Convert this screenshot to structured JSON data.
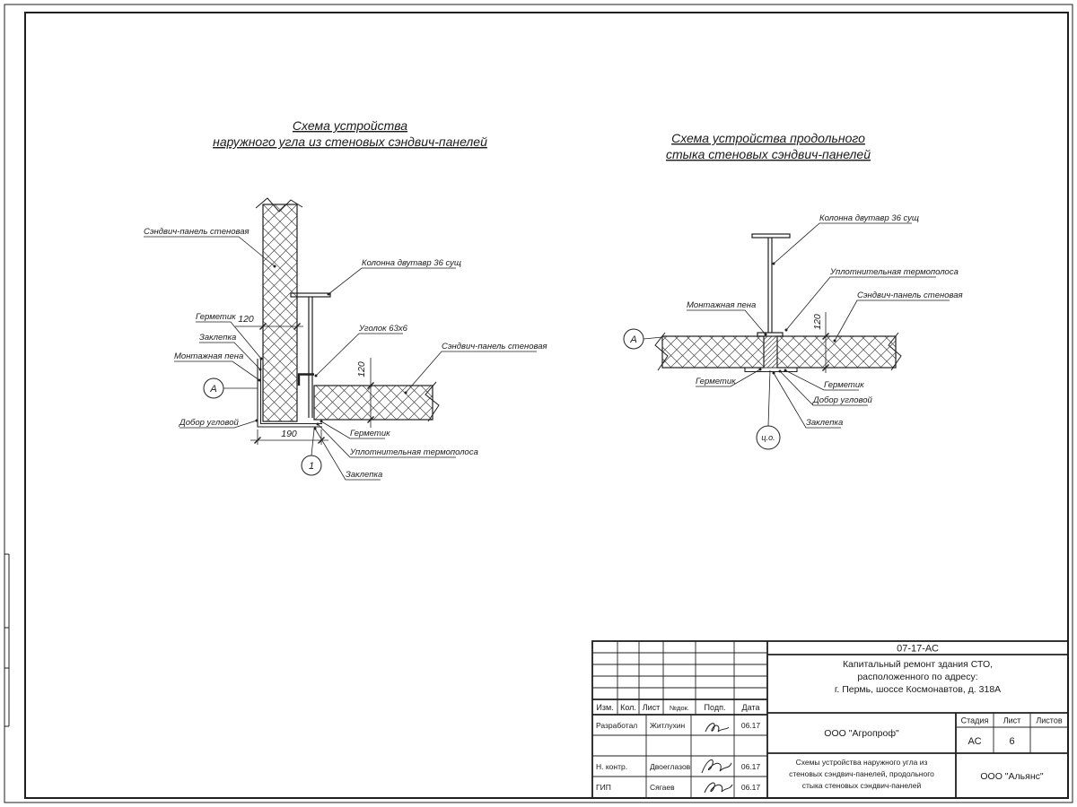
{
  "left_drawing": {
    "title_line1": "Схема устройства",
    "title_line2": "наружного угла из стеновых сэндвич-панелей",
    "labels": {
      "panel_wall_v": "Сэндвич-панель стеновая",
      "column": "Колонна двутавр 36 сущ",
      "sealant_1": "Герметик",
      "rivet_1": "Заклепка",
      "mounting_foam": "Монтажная пена",
      "angle": "Уголок 63х6",
      "panel_wall_h": "Сэндвич-панель стеновая",
      "corner_trim": "Добор угловой",
      "sealant_2": "Герметик",
      "thermal_strip": "Уплотнительная термополоса",
      "rivet_2": "Заклепка"
    },
    "dims": {
      "panel_width": "120",
      "panel_thickness": "120",
      "corner_width": "190"
    },
    "marks": {
      "node": "А",
      "detail": "1"
    }
  },
  "right_drawing": {
    "title_line1": "Схема устройства продольного",
    "title_line2": "стыка стеновых сэндвич-панелей",
    "labels": {
      "column": "Колонна двутавр 36 сущ",
      "thermal_strip": "Уплотнительная термополоса",
      "panel_wall": "Сэндвич-панель стеновая",
      "mounting_foam": "Монтажная пена",
      "sealant_left": "Герметик",
      "sealant_right": "Герметик",
      "corner_trim": "Добор угловой",
      "rivet": "Заклепка"
    },
    "dims": {
      "panel_thickness": "120"
    },
    "marks": {
      "node": "А",
      "center_axis": "ц.о."
    }
  },
  "title_block": {
    "doc_code": "07-17-АС",
    "project_lines": [
      "Капитальный ремонт здания СТО,",
      "расположенного по адресу:",
      "г. Пермь, шоссе Космонавтов, д. 318А"
    ],
    "columns": {
      "izm": "Изм.",
      "kol": "Кол.",
      "list": "Лист",
      "ndok": "№док.",
      "podp": "Подп.",
      "data": "Дата"
    },
    "rows": [
      {
        "role": "Разработал",
        "name": "Житлухин",
        "date": "06.17"
      },
      {
        "role": "",
        "name": "",
        "date": ""
      },
      {
        "role": "Н. контр.",
        "name": "Двоеглазов",
        "date": "06.17"
      },
      {
        "role": "ГИП",
        "name": "Сягаев",
        "date": "06.17"
      }
    ],
    "org": "ООО \"Агропроф\"",
    "stage": {
      "label": "Стадия",
      "value": "АС"
    },
    "sheet": {
      "label": "Лист",
      "value": "6"
    },
    "sheets": {
      "label": "Листов",
      "value": ""
    },
    "sheet_title_lines": [
      "Схемы устройства наружного угла из",
      "стеновых сэндвич-панелей, продольного",
      "стыка стеновых сэндвич-панелей"
    ],
    "contractor": "ООО \"Альянс\""
  }
}
